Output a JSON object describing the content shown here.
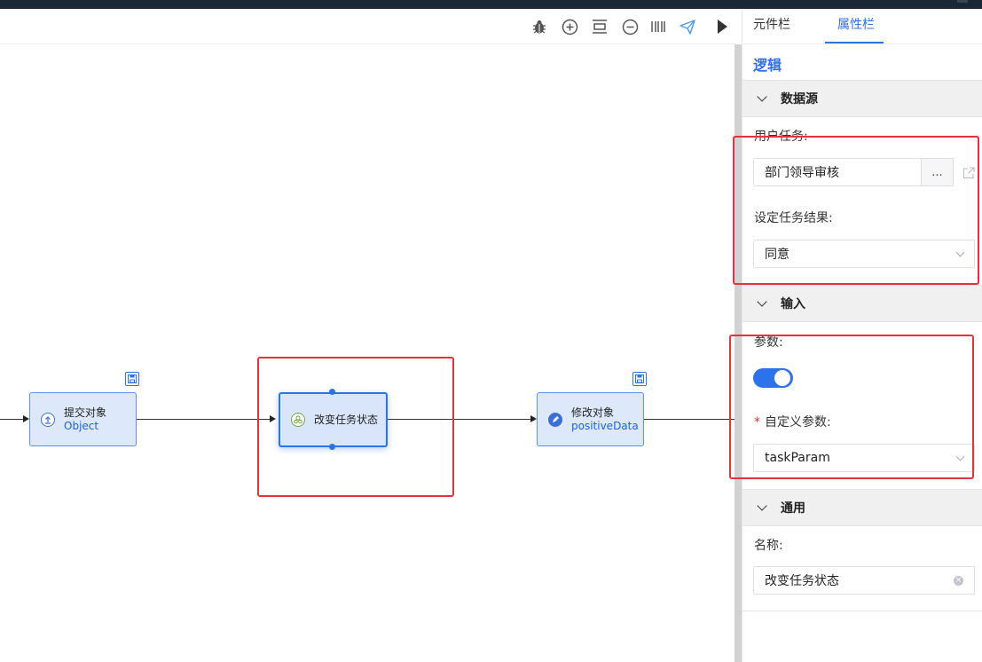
{
  "toolbar": {
    "icons": [
      "bug-icon",
      "zoom-in-icon",
      "fit-icon",
      "zoom-out-icon",
      "barcode-icon",
      "send-icon",
      "play-icon"
    ]
  },
  "flow": {
    "nodes": [
      {
        "title": "提交对象",
        "subtitle": "Object"
      },
      {
        "title": "改变任务状态",
        "subtitle": ""
      },
      {
        "title": "修改对象",
        "subtitle": "positiveData"
      }
    ]
  },
  "panel": {
    "tabs": [
      "元件栏",
      "属性栏"
    ],
    "active_tab": "属性栏",
    "title": "逻辑",
    "sections": {
      "datasource": {
        "header": "数据源",
        "user_task_label": "用户任务:",
        "user_task_value": "部门领导审核",
        "ellipsis": "...",
        "result_label": "设定任务结果:",
        "result_value": "同意"
      },
      "input": {
        "header": "输入",
        "param_label": "参数:",
        "param_enabled": true,
        "custom_label": "自定义参数:",
        "custom_value": "taskParam"
      },
      "general": {
        "header": "通用",
        "name_label": "名称:",
        "name_value": "改变任务状态"
      }
    }
  },
  "colors": {
    "accent": "#2c72ea",
    "highlight_box": "#e5323f",
    "node_fill": "#dde8fb"
  }
}
